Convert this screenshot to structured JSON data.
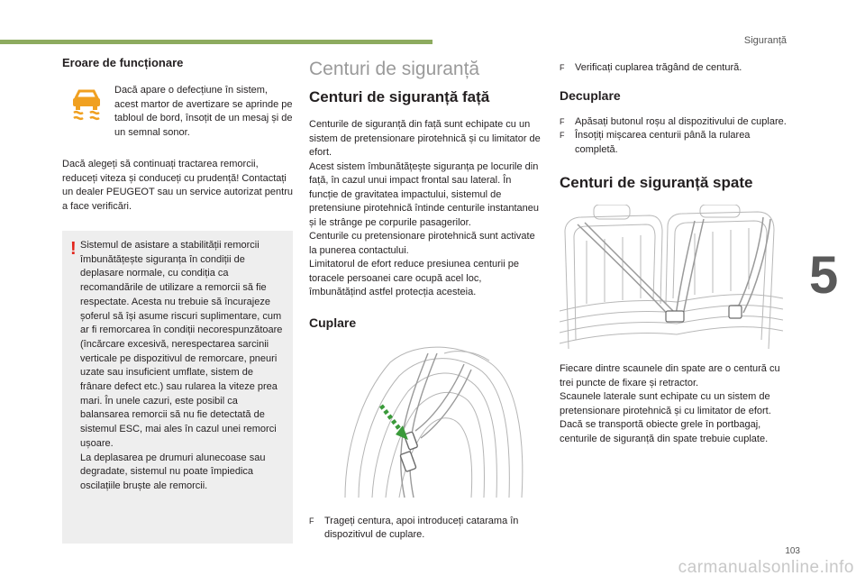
{
  "header": {
    "section_name": "Siguranță",
    "chapter_number": "5",
    "page_number": "103"
  },
  "watermark": "carmanualsonline.info",
  "col1": {
    "heading": "Eroare de funcționare",
    "icon": "stability-warning-icon",
    "warning_text": "Dacă apare o defecțiune în sistem, acest martor de avertizare se aprinde pe tabloul de bord, însoțit de un mesaj și de un semnal sonor.",
    "para": "Dacă alegeți să continuați tractarea remorcii, reduceți viteza și conduceți cu prudență! Contactați un dealer PEUGEOT sau un service autorizat pentru a face verificări.",
    "note": {
      "mark": "!",
      "text": "Sistemul de asistare a stabilității remorcii îmbunătățește siguranța în condiții de deplasare normale, cu condiția ca recomandările de utilizare a remorcii să fie respectate. Acesta nu trebuie să încurajeze șoferul să își asume riscuri suplimentare, cum ar fi remorcarea în condiții necorespunzătoare (încărcare excesivă, nerespectarea sarcinii verticale pe dispozitivul de remorcare, pneuri uzate sau insuficient umflate, sistem de frânare defect etc.) sau rularea la viteze prea mari. În unele cazuri, este posibil ca balansarea remorcii să nu fie detectată de sistemul ESC, mai ales în cazul unei remorci ușoare.",
      "text2": "La deplasarea pe drumuri alunecoase sau degradate, sistemul nu poate împiedica oscilațiile bruște ale remorcii."
    }
  },
  "col2": {
    "title": "Centuri de siguranță",
    "front_heading": "Centuri de siguranță față",
    "front_paras": [
      "Centurile de siguranță din față sunt echipate cu un sistem de pretensionare pirotehnică și cu limitator de efort.",
      "Acest sistem îmbunătățește siguranța pe locurile din față, în cazul unui impact frontal sau lateral. În funcție de gravitatea impactului, sistemul de pretensiune pirotehnică întinde centurile instantaneu și le strânge pe corpurile pasagerilor.",
      "Centurile cu pretensionare pirotehnică sunt activate la punerea contactului.",
      "Limitatorul de efort reduce presiunea centurii pe toracele persoanei care ocupă acel loc, îmbunătățind astfel protecția acesteia."
    ],
    "fasten_heading": "Cuplare",
    "fasten_bullet": "Trageți centura, apoi introduceți catarama în dispozitivul de cuplare.",
    "bullet_mark": "F"
  },
  "col3": {
    "check_bullet": "Verificați cuplarea trăgând de centură.",
    "unfasten_heading": "Decuplare",
    "unfasten_bullets": [
      "Apăsați butonul roșu al dispozitivului de cuplare.",
      "Însoțiți mișcarea centurii până la rularea completă."
    ],
    "rear_heading": "Centuri de siguranță spate",
    "rear_paras": [
      "Fiecare dintre scaunele din spate are o centură cu trei puncte de fixare și retractor.",
      "Scaunele laterale sunt echipate cu un sistem de pretensionare pirotehnică și cu limitator de efort.",
      "Dacă se transportă obiecte grele în portbagaj, centurile de siguranță din spate trebuie cuplate."
    ]
  },
  "colors": {
    "accent_green": "#8dab5f",
    "warning_orange": "#f0a020",
    "excl_red": "#e2241b",
    "arrow_green": "#3a9a3a"
  }
}
